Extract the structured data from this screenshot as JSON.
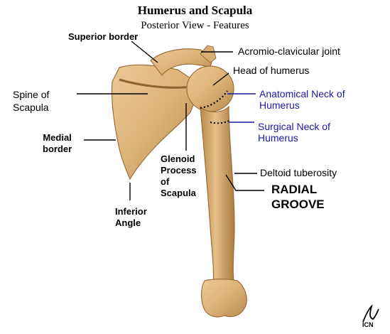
{
  "title": "Humerus and Scapula",
  "subtitle": "Posterior View - Features",
  "labels": {
    "superior_border": "Superior border",
    "acromio_clavicular": "Acromio-clavicular joint",
    "head_of_humerus": "Head of humerus",
    "spine_of_scapula": [
      "Spine of",
      "Scapula"
    ],
    "anatomical_neck": [
      "Anatomical Neck of",
      "Humerus"
    ],
    "surgical_neck": [
      "Surgical Neck of",
      "Humerus"
    ],
    "medial_border": [
      "Medial",
      "border"
    ],
    "glenoid_process": [
      "Glenoid",
      "Process",
      "of",
      "Scapula"
    ],
    "deltoid_tuberosity": "Deltoid tuberosity",
    "radial_groove": [
      "RADIAL",
      "GROOVE"
    ],
    "inferior_angle": [
      "Inferior",
      "Angle"
    ]
  },
  "signature": "ICN",
  "colors": {
    "bone": "#dcb37a",
    "bone_dark": "#a67a40",
    "blue_label": "#1a1aa8"
  }
}
